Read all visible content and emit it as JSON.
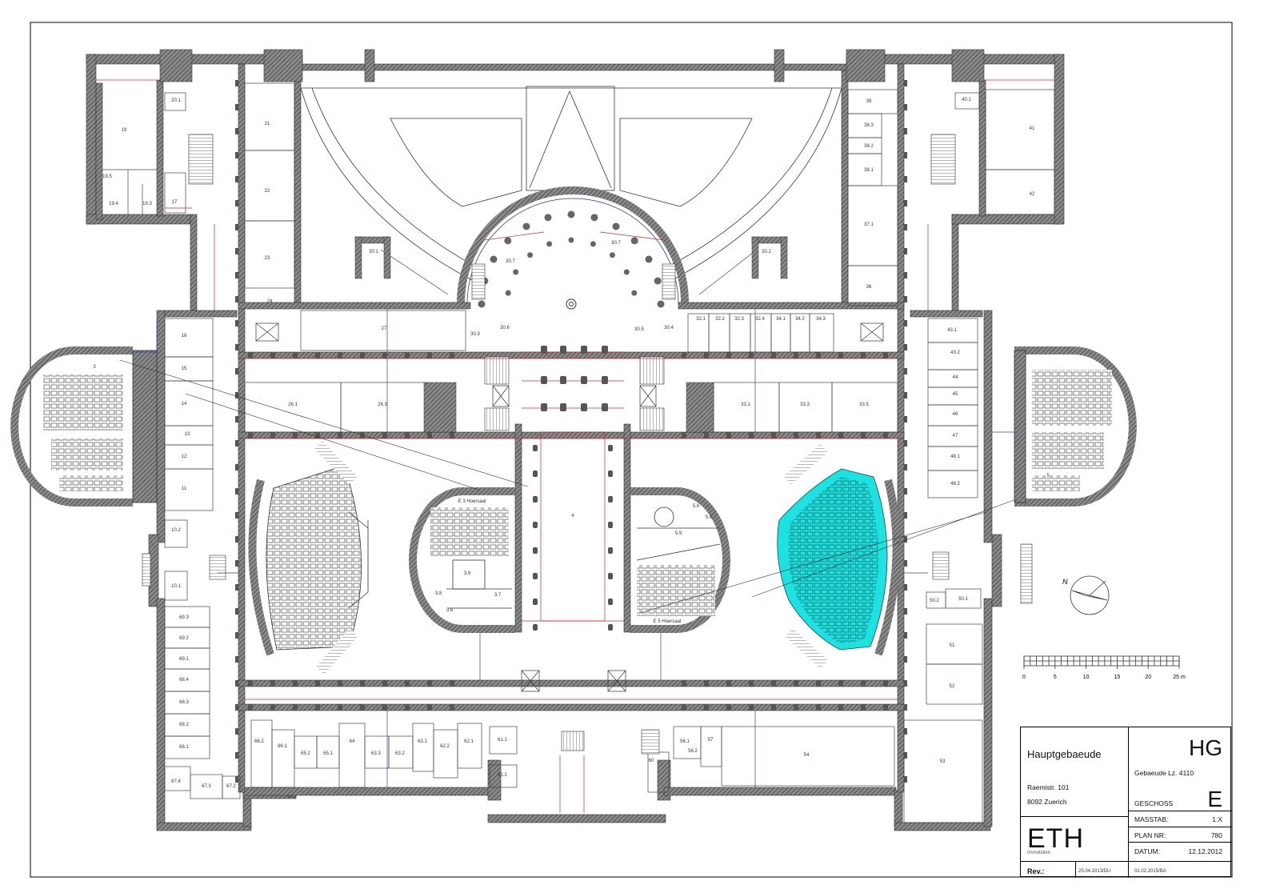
{
  "rooms": [
    {
      "id": "r-19",
      "label": "19"
    },
    {
      "id": "r-20-1",
      "label": "20.1"
    },
    {
      "id": "r-19-5",
      "label": "19.5"
    },
    {
      "id": "r-19-4",
      "label": "19.4"
    },
    {
      "id": "r-19-3",
      "label": "19.3"
    },
    {
      "id": "r-17",
      "label": "17"
    },
    {
      "id": "r-21",
      "label": "21"
    },
    {
      "id": "r-22",
      "label": "22"
    },
    {
      "id": "r-23",
      "label": "23"
    },
    {
      "id": "r-24",
      "label": "24"
    },
    {
      "id": "r-27",
      "label": "27"
    },
    {
      "id": "r-30-1",
      "label": "30.1"
    },
    {
      "id": "r-30-7a",
      "label": "30.7"
    },
    {
      "id": "r-30-7b",
      "label": "30.7"
    },
    {
      "id": "r-30-2",
      "label": "30.2"
    },
    {
      "id": "r-30-3",
      "label": "30.3"
    },
    {
      "id": "r-30-6",
      "label": "30.6"
    },
    {
      "id": "r-30-5",
      "label": "30.5"
    },
    {
      "id": "r-30-4",
      "label": "30.4"
    },
    {
      "id": "r-39",
      "label": "39"
    },
    {
      "id": "r-38-3",
      "label": "38.3"
    },
    {
      "id": "r-38-2",
      "label": "38.2"
    },
    {
      "id": "r-38-1",
      "label": "38.1"
    },
    {
      "id": "r-37-1",
      "label": "37.1"
    },
    {
      "id": "r-36",
      "label": "36"
    },
    {
      "id": "r-40-1",
      "label": "40.1"
    },
    {
      "id": "r-41",
      "label": "41"
    },
    {
      "id": "r-42",
      "label": "42"
    },
    {
      "id": "r-16",
      "label": "16"
    },
    {
      "id": "r-15",
      "label": "15"
    },
    {
      "id": "r-14",
      "label": "14"
    },
    {
      "id": "r-13",
      "label": "13"
    },
    {
      "id": "r-12",
      "label": "12"
    },
    {
      "id": "r-11",
      "label": "11"
    },
    {
      "id": "r-3",
      "label": "3"
    },
    {
      "id": "r-26-1",
      "label": "26.1"
    },
    {
      "id": "r-26-3",
      "label": "26.3"
    },
    {
      "id": "r-32-1",
      "label": "32.1"
    },
    {
      "id": "r-32-2",
      "label": "32.2"
    },
    {
      "id": "r-32-3",
      "label": "32.3"
    },
    {
      "id": "r-32-4",
      "label": "32.4"
    },
    {
      "id": "r-34-1",
      "label": "34.1"
    },
    {
      "id": "r-34-2",
      "label": "34.2"
    },
    {
      "id": "r-34-3",
      "label": "34.3"
    },
    {
      "id": "r-33-1",
      "label": "33.1"
    },
    {
      "id": "r-33-3",
      "label": "33.3"
    },
    {
      "id": "r-33-5",
      "label": "33.5"
    },
    {
      "id": "r-43-1",
      "label": "43.1"
    },
    {
      "id": "r-43-2",
      "label": "43.2"
    },
    {
      "id": "r-44",
      "label": "44"
    },
    {
      "id": "r-45",
      "label": "45"
    },
    {
      "id": "r-46",
      "label": "46"
    },
    {
      "id": "r-47",
      "label": "47"
    },
    {
      "id": "r-48-1",
      "label": "48.1"
    },
    {
      "id": "r-48-2",
      "label": "48.2"
    },
    {
      "id": "r-5",
      "label": "5"
    },
    {
      "id": "r-4",
      "label": "4"
    },
    {
      "id": "r-e3",
      "label": "E 3  Hoersaal"
    },
    {
      "id": "r-3-9",
      "label": "3.9"
    },
    {
      "id": "r-3-8",
      "label": "3.8"
    },
    {
      "id": "r-3-6",
      "label": "3.6"
    },
    {
      "id": "r-3-7",
      "label": "3.7"
    },
    {
      "id": "r-5-6",
      "label": "5.6"
    },
    {
      "id": "r-5-8",
      "label": "5.8"
    },
    {
      "id": "r-5-9",
      "label": "5.9"
    },
    {
      "id": "r-e5",
      "label": "E 5  Hoersaal"
    },
    {
      "id": "r-10-2",
      "label": "10.2"
    },
    {
      "id": "r-10-1",
      "label": "10.1"
    },
    {
      "id": "r-69-3",
      "label": "69.3"
    },
    {
      "id": "r-69-2",
      "label": "69.2"
    },
    {
      "id": "r-69-1",
      "label": "69.1"
    },
    {
      "id": "r-68-4",
      "label": "68.4"
    },
    {
      "id": "r-68-3",
      "label": "68.3"
    },
    {
      "id": "r-68-2",
      "label": "68.2"
    },
    {
      "id": "r-68-1",
      "label": "68.1"
    },
    {
      "id": "r-67-4",
      "label": "67.4"
    },
    {
      "id": "r-67-3",
      "label": "67.3"
    },
    {
      "id": "r-67-2",
      "label": "67.2"
    },
    {
      "id": "r-66-2",
      "label": "66.2"
    },
    {
      "id": "r-66-1",
      "label": "66.1"
    },
    {
      "id": "r-65-2",
      "label": "65.2"
    },
    {
      "id": "r-65-1",
      "label": "65.1"
    },
    {
      "id": "r-64",
      "label": "64"
    },
    {
      "id": "r-63-3",
      "label": "63.3"
    },
    {
      "id": "r-63-2",
      "label": "63.2"
    },
    {
      "id": "r-63-1",
      "label": "63.1"
    },
    {
      "id": "r-62-2",
      "label": "62.2"
    },
    {
      "id": "r-62-1",
      "label": "62.1"
    },
    {
      "id": "r-61-1",
      "label": "61.1"
    },
    {
      "id": "r-61-2",
      "label": "61.2"
    },
    {
      "id": "r-60",
      "label": "60"
    },
    {
      "id": "r-56-1",
      "label": "56.1"
    },
    {
      "id": "r-56-2",
      "label": "56.2"
    },
    {
      "id": "r-57",
      "label": "57"
    },
    {
      "id": "r-54",
      "label": "54"
    },
    {
      "id": "r-53",
      "label": "53"
    },
    {
      "id": "r-50-2",
      "label": "50.2"
    },
    {
      "id": "r-50-1",
      "label": "50.1"
    },
    {
      "id": "r-51",
      "label": "51"
    },
    {
      "id": "r-52",
      "label": "52"
    }
  ],
  "north": {
    "label": "N"
  },
  "scale_bar": {
    "ticks": [
      "0",
      "5",
      "10",
      "15",
      "20",
      "25 m"
    ]
  },
  "title_block": {
    "building_name": "Hauptgebaeude",
    "code": "HG",
    "building_no": "Gebaeude Lz. 4110",
    "street": "Raemistr. 101",
    "city": "8092 Zuerich",
    "floor_label": "GESCHOSS",
    "floor": "E",
    "org": "ETH",
    "org_sub": "Immobilien",
    "scale_label": "MASSTAB:",
    "scale_value": "1:X",
    "plan_no_label": "PLAN NR:",
    "plan_no": "780",
    "date_label": "DATUM:",
    "date": "12.12.2012",
    "rev_label": "Rev.:",
    "rev_1": "25.04.2013/DU",
    "rev_2": "02.02.2015/BA"
  },
  "colors": {
    "highlight": "#1ee1e1",
    "wall": "#555555",
    "door": "#e02020",
    "axis": "#2a3fd0"
  }
}
